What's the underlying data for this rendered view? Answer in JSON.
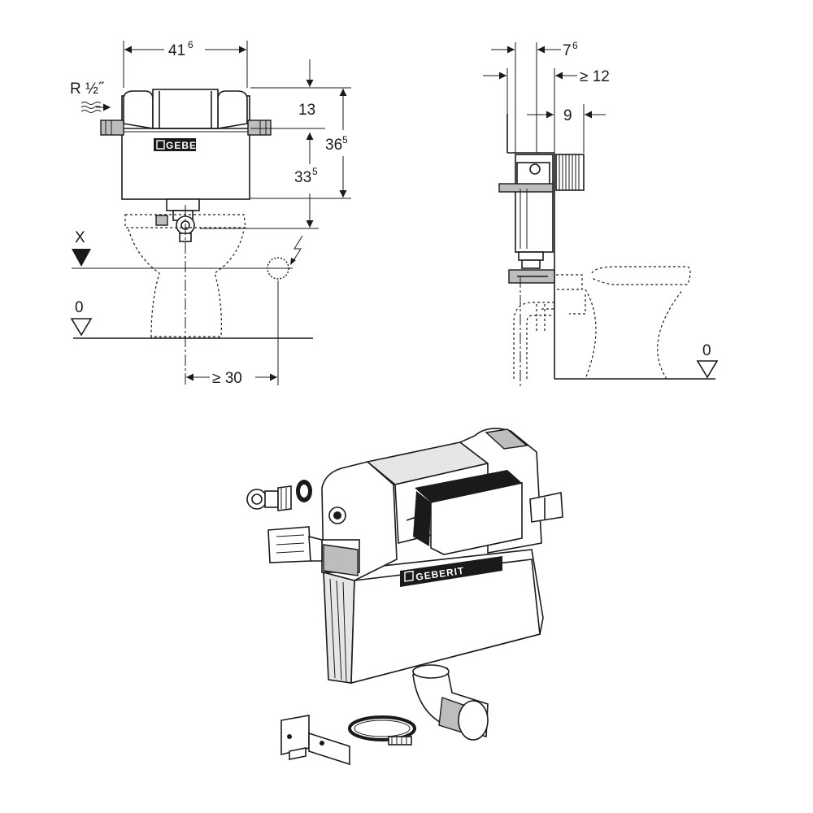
{
  "front_view": {
    "width_main": "41",
    "width_sup": "6",
    "connection_label": "R ½˝",
    "top_offset": "13",
    "total_height_main": "36",
    "total_height_sup": "5",
    "lower_height_main": "33",
    "lower_height_sup": "5",
    "marker_x": "X",
    "floor_level": "0",
    "lateral_distance": "≥ 30",
    "brand": "GEBERIT"
  },
  "side_view": {
    "depth_main": "7",
    "depth_sup": "6",
    "min_gap": "≥ 12",
    "pipe_offset": "9",
    "floor_level": "0"
  },
  "iso_view": {
    "brand": "GEBERIT"
  }
}
